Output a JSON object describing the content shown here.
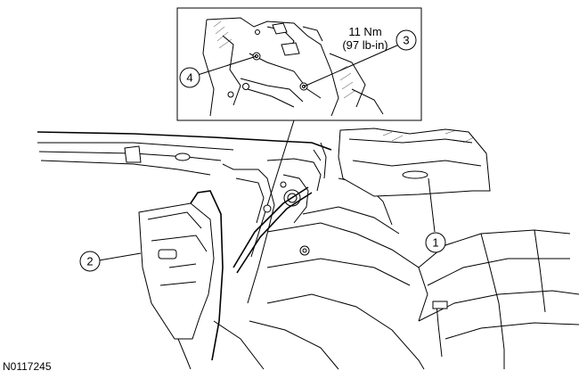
{
  "figure_id": "N0117245",
  "torque_spec": {
    "line1": "11 Nm",
    "line2": "(97 lb-in)"
  },
  "callouts": [
    "1",
    "2",
    "3",
    "4"
  ]
}
